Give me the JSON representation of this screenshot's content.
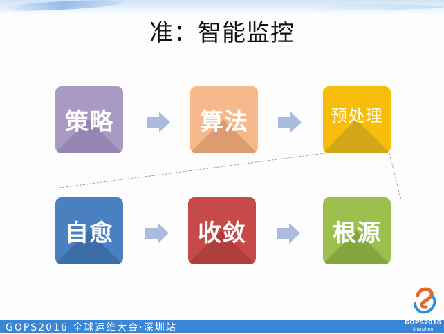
{
  "slide": {
    "title": "准：智能监控",
    "row1": [
      {
        "label": "策略",
        "color": "#a99ac4",
        "shade": "#7d6fa0"
      },
      {
        "label": "算法",
        "color": "#f6b98c",
        "shade": "#cf8b68"
      },
      {
        "label": "预处理",
        "color": "#f8bd0a",
        "shade": "#c4a01b"
      }
    ],
    "row2": [
      {
        "label": "自愈",
        "color": "#4a7fc0",
        "shade": "#355f9a"
      },
      {
        "label": "收敛",
        "color": "#c64a4a",
        "shade": "#9e3636"
      },
      {
        "label": "根源",
        "color": "#9cbf4e",
        "shade": "#7b9a3c"
      }
    ],
    "arrow_color": "#a9bcdd"
  },
  "footer": {
    "text": "GOPS2016 全球运维大会·深圳站",
    "logo_line1": "GOPS2016",
    "logo_line2": "Shenzhen",
    "color": "#3a86d6"
  }
}
